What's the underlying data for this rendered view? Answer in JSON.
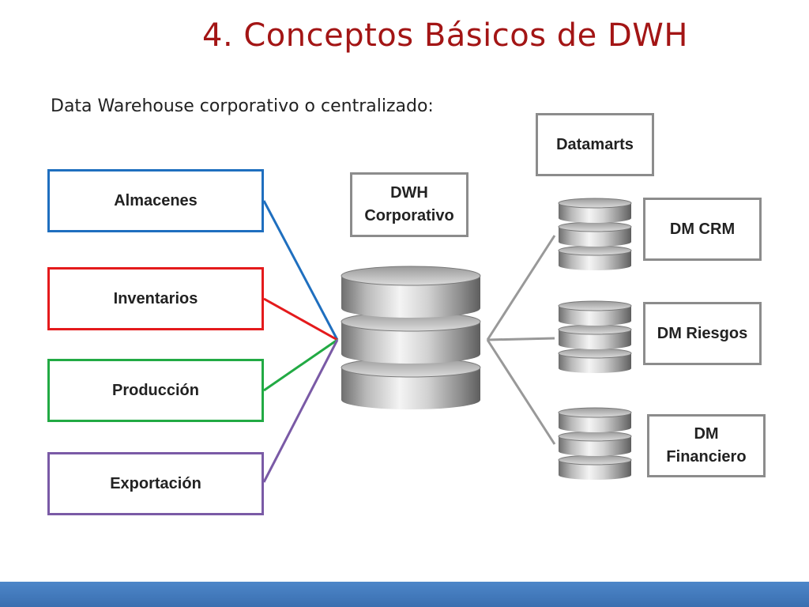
{
  "title": "4. Conceptos Básicos de DWH",
  "subtitle": "Data Warehouse corporativo o centralizado:",
  "colors": {
    "title": "#a31515",
    "almacenes": "#1f6fbf",
    "inventarios": "#e41a1c",
    "produccion": "#22aa44",
    "exportacion": "#7a5aa6",
    "connector_gray": "#999999",
    "footer": "#3a6fb0"
  },
  "sources": [
    {
      "label": "Almacenes",
      "color": "#1f6fbf"
    },
    {
      "label": "Inventarios",
      "color": "#e41a1c"
    },
    {
      "label": "Producción",
      "color": "#22aa44"
    },
    {
      "label": "Exportación",
      "color": "#7a5aa6"
    }
  ],
  "dwh": {
    "line1": "DWH",
    "line2": "Corporativo",
    "icon": "database-icon"
  },
  "datamarts_header": "Datamarts",
  "datamarts": [
    {
      "line1": "DM CRM",
      "line2": "",
      "icon": "database-icon"
    },
    {
      "line1": "DM Riesgos",
      "line2": "",
      "icon": "database-icon"
    },
    {
      "line1": "DM",
      "line2": "Financiero",
      "icon": "database-icon"
    }
  ]
}
